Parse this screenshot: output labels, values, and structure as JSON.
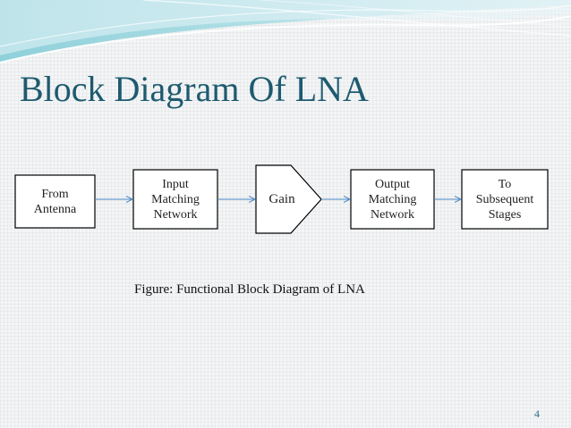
{
  "slide": {
    "title": "Block Diagram Of LNA",
    "caption": "Figure: Functional Block Diagram of LNA",
    "number": "4"
  },
  "diagram": {
    "blocks": [
      {
        "id": "from-antenna",
        "lines": [
          "From",
          "Antenna"
        ]
      },
      {
        "id": "input-matching",
        "lines": [
          "Input",
          "Matching",
          "Network"
        ]
      },
      {
        "id": "gain",
        "lines": [
          "Gain"
        ]
      },
      {
        "id": "output-matching",
        "lines": [
          "Output",
          "Matching",
          "Network"
        ]
      },
      {
        "id": "subsequent",
        "lines": [
          "To",
          "Subsequent",
          "Stages"
        ]
      }
    ],
    "arrow_color": "#4a86c5"
  }
}
